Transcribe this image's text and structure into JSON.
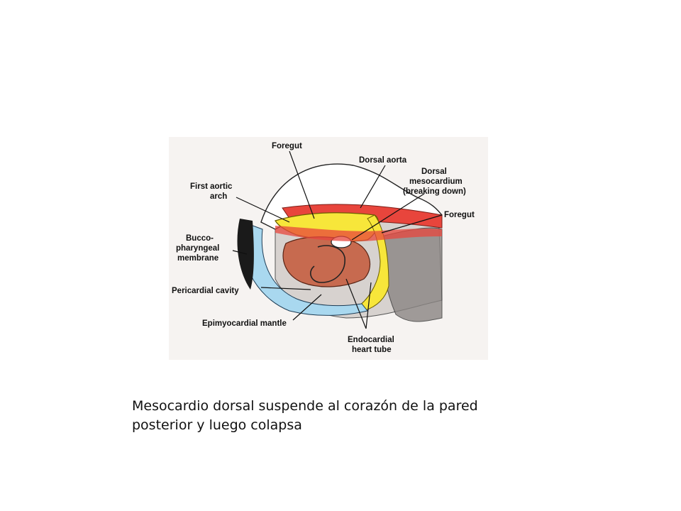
{
  "figure": {
    "labels": {
      "foregut_top": "Foregut",
      "dorsal_aorta": "Dorsal aorta",
      "dorsal_mesocardium": [
        "Dorsal",
        "mesocardium",
        "(breaking down)"
      ],
      "foregut_right": "Foregut",
      "first_aortic_arch": [
        "First aortic",
        "arch"
      ],
      "buccopharyngeal_membrane": [
        "Bucco-",
        "pharyngeal",
        "membrane"
      ],
      "pericardial_cavity": "Pericardial cavity",
      "epimyocardial_mantle": "Epimyocardial mantle",
      "endocardial_heart_tube": [
        "Endocardial",
        "heart tube"
      ]
    },
    "colors": {
      "ectoderm": "#ffffff",
      "foregut": "#f7e63a",
      "aorta": "#e8453c",
      "pericardial_cavity": "#a9d8ef",
      "myocardium": "#c76a4f",
      "mesenchyme": "#d7d2cf"
    }
  },
  "caption": {
    "line1": "Mesocardio dorsal suspende al corazón de la pared",
    "line2": "posterior y luego colapsa"
  }
}
